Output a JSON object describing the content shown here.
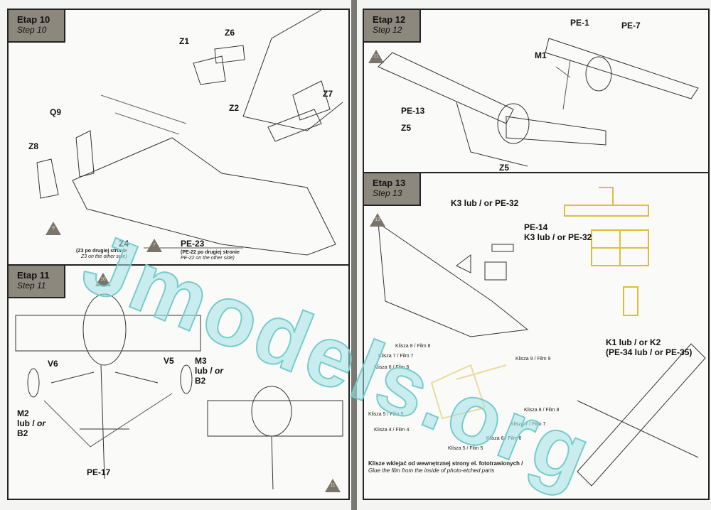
{
  "steps": [
    {
      "pl": "Etap 10",
      "en": "Step 10"
    },
    {
      "pl": "Etap 11",
      "en": "Step 11"
    },
    {
      "pl": "Etap 12",
      "en": "Step 12"
    },
    {
      "pl": "Etap 13",
      "en": "Step 13"
    }
  ],
  "step10": {
    "labels": [
      "Z1",
      "Z6",
      "Q9",
      "Z8",
      "Z2",
      "Z7"
    ],
    "ref_marker": "9",
    "ref_marker2": "7",
    "z4": {
      "part": "Z4",
      "pl": "(Z3 po drugiej stronie",
      "en": "Z3 on the other side)"
    },
    "pe23": {
      "part": "PE-23",
      "pl": "(PE-22 po drugiej stronie",
      "en": "PE-22 on the other side)"
    }
  },
  "step11": {
    "ref_top": "10",
    "ref_bottom": "11",
    "v6": "V6",
    "v5": "V5",
    "m3": "M3",
    "lub": "lub /",
    "or": "or",
    "b2": "B2",
    "m2": "M2",
    "pe17": "PE-17"
  },
  "step12": {
    "ref": "11",
    "labels": [
      "PE-1",
      "PE-7",
      "M1",
      "PE-13",
      "Z5",
      "Z5"
    ]
  },
  "step13": {
    "ref": "13",
    "k3a": "K3 lub / or PE-32",
    "pe14": "PE-14",
    "k3b": "K3 lub / or PE-32",
    "k1": "K1 lub / or K2",
    "pe34": "(PE-34 lub / or PE-35)",
    "films": [
      "Klisza 8 / Film 8",
      "Klisza 7 / Film 7",
      "Klisza 6 / Film 6",
      "Klisza 5 / Film 5",
      "Klisza 4 / Film 4",
      "Klisza 9 / Film 9",
      "Klisza 8 / Film 8",
      "Klisza 7 / Film 7",
      "Klisza 6 / Film 6",
      "Klisza 5 / Film 5"
    ],
    "note_pl": "Klisze wklejać od wewnętrznej strony el. fototrawionych /",
    "note_en": "Glue the film from the inside of photo-etched parts"
  },
  "watermark": "Jmodels.org",
  "colors": {
    "header": "#8d887e",
    "etch": "#e8c84a",
    "watermark": "#a0e1e6"
  }
}
